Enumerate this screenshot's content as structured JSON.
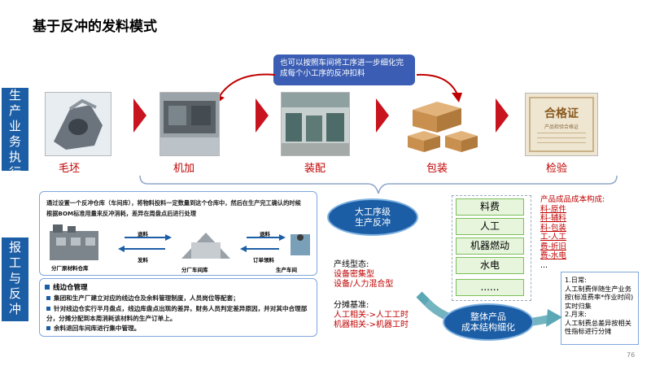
{
  "title": "基于反冲的发料模式",
  "sidebar_top": {
    "chars": [
      "生",
      "产",
      "业",
      "务",
      "执",
      "行"
    ]
  },
  "sidebar_bottom": {
    "chars": [
      "报",
      "工",
      "与",
      "反",
      "冲"
    ]
  },
  "callout": "也可以按照车间将工序进一步细化完成每个小工序的反冲扣料",
  "process": {
    "steps": [
      "毛坯",
      "机加",
      "装配",
      "包装",
      "检验"
    ]
  },
  "certificate": {
    "title": "合格证",
    "subtitle": "产品检验合格证"
  },
  "warehouse_box": {
    "description": "通过设置一个反冲仓库（车间库），将物料投料一定数量到这个仓库中，然后在生产完工确认的时候根据BOM标准用量来反冲消耗，差异在周盘点后进行处理",
    "labels": {
      "factory_warehouse": "分厂原材料仓库",
      "workshop_warehouse": "分厂车间库",
      "production_workshop": "生产车间",
      "issue1": "退料",
      "issue2": "发料",
      "order1": "退料",
      "order2": "订单领料"
    }
  },
  "edge_management": {
    "heading": "线边仓管理",
    "items": [
      "集团和生产厂建立对应的线边仓及余料管理制度，人员岗位等配套；",
      "针对线边仓实行半月盘点，线边库盘点出现的差异，财务人员判定差异原因，并对其中合理部分，分摊分配到本周消耗该材料的生产订单上。",
      "余料退回车间库进行集中管理。"
    ]
  },
  "oval_top": "大工序级\n生产反冲",
  "line_form": {
    "label": "产线型态:",
    "values": [
      "设备密集型",
      "设备/人力混合型"
    ]
  },
  "allocation": {
    "label": "分摊基准:",
    "values": [
      "人工相关->人工工时",
      "机器相关->机器工时"
    ]
  },
  "cost_boxes": [
    "料费",
    "人工",
    "机器燃动",
    "水电",
    "......"
  ],
  "cost_composition": {
    "heading": "产品成品成本构成:",
    "items": [
      "料-原件",
      "料-辅料",
      "料-包装",
      "工-人工",
      "费-折旧",
      "费-水电"
    ],
    "ellipsis": "..."
  },
  "notes_box": {
    "lines": [
      "1.日常:",
      "人工制费伴随生产业务按(标准费率*作业时间)实时归集",
      "2.月末:",
      "人工制费总差异按相关性指标进行分摊"
    ]
  },
  "oval_bottom": "整体产品\n成本结构细化",
  "page_number": "76"
}
